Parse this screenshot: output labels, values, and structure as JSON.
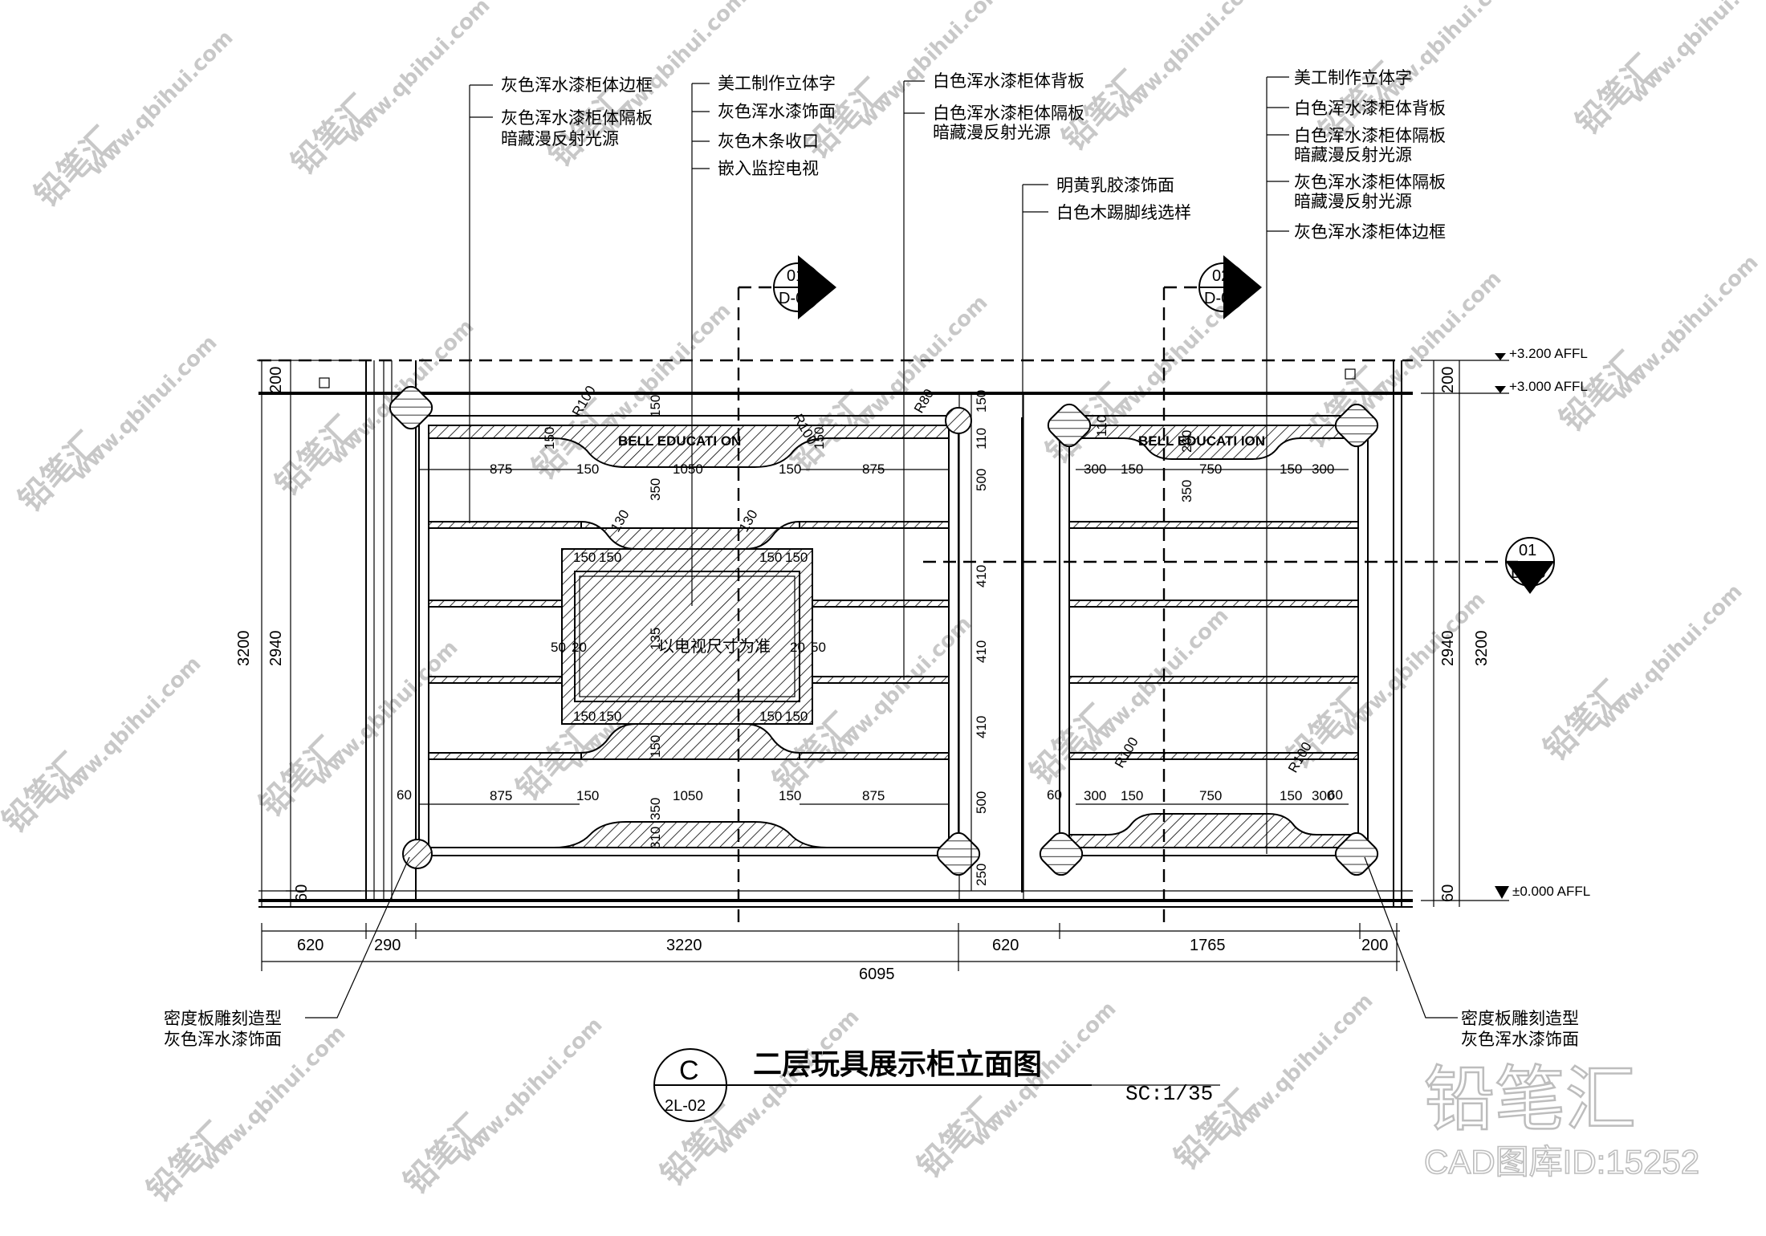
{
  "labels_left": [
    "灰色浑水漆柜体边框",
    "灰色浑水漆柜体隔板",
    "暗藏漫反射光源",
    "美工制作立体字",
    "灰色浑水漆饰面",
    "灰色木条收口",
    "嵌入监控电视",
    "白色浑水漆柜体背板",
    "白色浑水漆柜体隔板",
    "暗藏漫反射光源",
    "明黄乳胶漆饰面",
    "白色木踢脚线选样"
  ],
  "labels_right": [
    "美工制作立体字",
    "白色浑水漆柜体背板",
    "白色浑水漆柜体隔板",
    "暗藏漫反射光源",
    "灰色浑水漆柜体隔板",
    "暗藏漫反射光源",
    "灰色浑水漆柜体边框"
  ],
  "labels_bottom": {
    "left_1": "密度板雕刻造型",
    "left_2": "灰色浑水漆饰面",
    "right_1": "密度板雕刻造型",
    "right_2": "灰色浑水漆饰面"
  },
  "sections": {
    "s1_top": "01",
    "s1_bot": "D-07",
    "s2_top": "02",
    "s2_bot": "D-07",
    "s3_top": "01",
    "s3_bot": "D-08"
  },
  "levels": {
    "l1": "+3.200 AFFL",
    "l2": "+3.000 AFFL",
    "l3": "±0.000 AFFL"
  },
  "signage": {
    "left": "BELL   EDUCATI ON",
    "right": "BELL  EDUCATI ION"
  },
  "tv_note": "以电视尺寸为准",
  "dims": {
    "bottom": [
      "620",
      "290",
      "3220",
      "620",
      "1765",
      "200"
    ],
    "total": "6095",
    "left_h1": "200",
    "left_h2": "3200",
    "left_h3": "2940",
    "left_h4": "60",
    "right_h1": "200",
    "right_h2": "3200",
    "right_h3": "2940",
    "right_h4": "60",
    "d875": "875",
    "d150": "150",
    "d1050": "1050",
    "d350": "350",
    "d60": "60",
    "d50": "50",
    "d20": "20",
    "d135": "135",
    "d130": "130",
    "d310": "310",
    "d500": "500",
    "d410": "410",
    "d250": "250",
    "d110": "110",
    "d300": "300",
    "d750": "750",
    "d260": "260",
    "d80": "R80",
    "r100": "R100"
  },
  "title": {
    "mark": "C",
    "sheet": "2L-02",
    "name": "二层玩具展示柜立面图",
    "scale": "SC:1/35"
  },
  "watermark": {
    "brand": "铅笔汇",
    "id": "CAD图库ID:15252",
    "url": "www.qbihui.com"
  }
}
